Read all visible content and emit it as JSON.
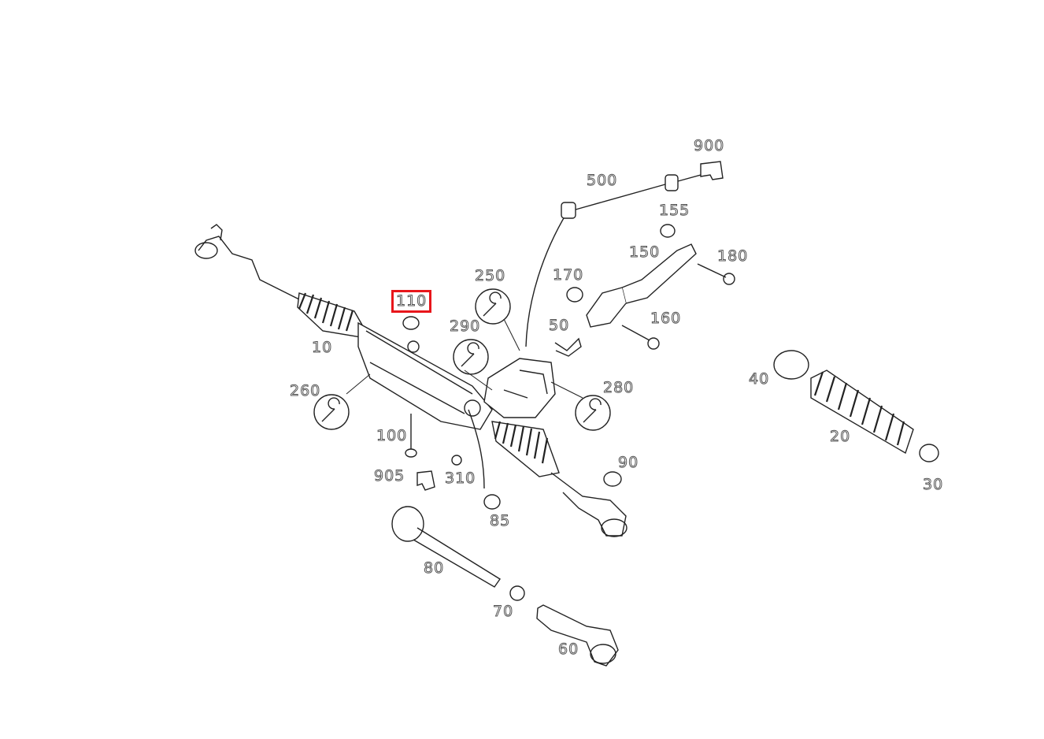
{
  "diagram": {
    "highlighted": "110",
    "highlight_color": "#e8161b",
    "labels": [
      "900",
      "500",
      "155",
      "150",
      "180",
      "250",
      "170",
      "110",
      "290",
      "50",
      "160",
      "10",
      "260",
      "280",
      "40",
      "20",
      "100",
      "905",
      "310",
      "90",
      "85",
      "30",
      "80",
      "70",
      "60"
    ],
    "service_icons": [
      "wrench-icon",
      "wrench-icon",
      "wrench-icon",
      "wrench-icon"
    ]
  }
}
